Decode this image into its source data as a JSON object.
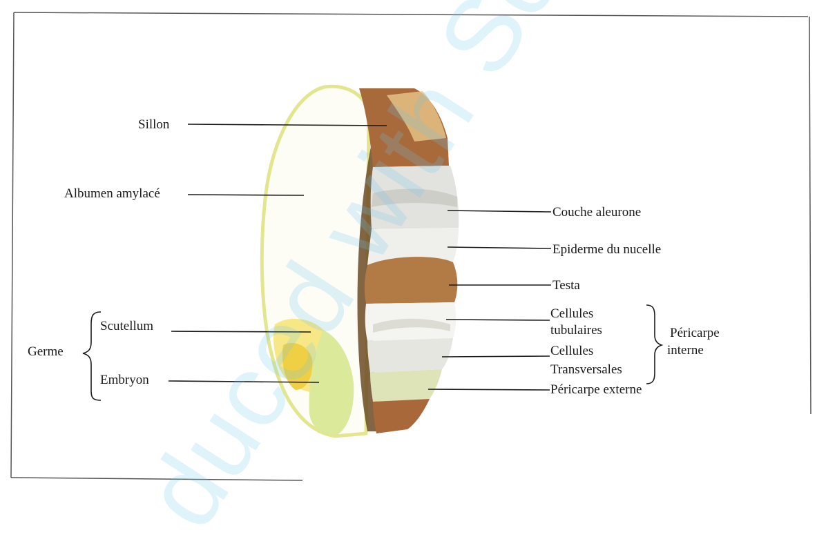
{
  "watermark": "duced with Sc",
  "labels": {
    "sillon": "Sillon",
    "albumen": "Albumen amylacé",
    "couche_aleurone": "Couche  aleurone",
    "epiderme_nucelle": "Epiderme du nucelle",
    "testa": "Testa",
    "cellules_tubulaires_1": "Cellules",
    "cellules_tubulaires_2": "tubulaires",
    "cellules_transversales_1": "Cellules",
    "cellules_transversales_2": "Transversales",
    "pericarpe_externe": "Péricarpe externe",
    "pericarpe_interne_1": "Péricarpe",
    "pericarpe_interne_2": "interne",
    "scutellum": "Scutellum",
    "embryon": "Embryon",
    "germe": "Germe"
  },
  "colors": {
    "frame": "#555555",
    "leader": "#1a1a1a",
    "brown": "#a8683a",
    "albumen_fill": "#fdfdf6",
    "albumen_edge": "#e8ea9a",
    "germ_yellow": "#efdb57",
    "embryo_green": "#d6e796",
    "aleurone_grey": "#d2d2cc"
  }
}
